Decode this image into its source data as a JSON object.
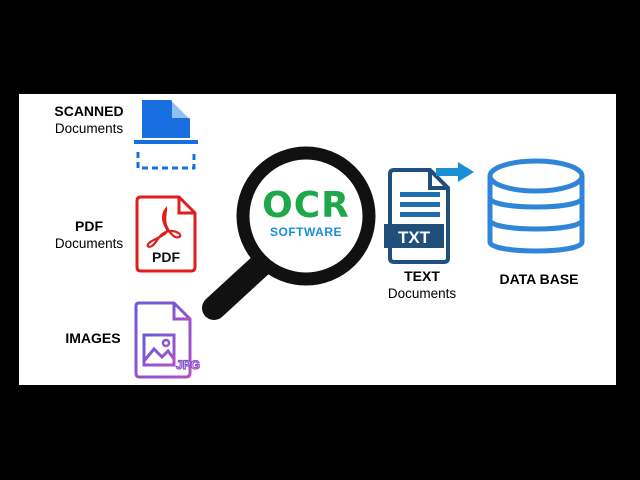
{
  "inputs": {
    "scanned": {
      "title": "SCANNED",
      "subtitle": "Documents"
    },
    "pdf": {
      "title": "PDF",
      "subtitle": "Documents",
      "icon_text": "PDF"
    },
    "images": {
      "title": "IMAGES",
      "icon_text": "JPG"
    }
  },
  "center": {
    "ocr": "OCR",
    "software": "SOFTWARE"
  },
  "outputs": {
    "text": {
      "title": "TEXT",
      "subtitle": "Documents",
      "icon_text": "TXT"
    },
    "database": {
      "title": "DATA BASE"
    }
  },
  "colors": {
    "background": "#000000",
    "panel": "#ffffff",
    "scanned_blue": "#1a6fe0",
    "pdf_red": "#e01e1e",
    "images_purple": "#8a56c8",
    "ocr_green": "#1fa84a",
    "software_blue": "#1a8fd6",
    "txt_navy": "#1f4f7a",
    "db_blue": "#2f86d9",
    "magnifier": "#111111"
  },
  "icons": [
    "scanned-document-icon",
    "pdf-file-icon",
    "image-file-icon",
    "magnifier-icon",
    "txt-file-icon",
    "arrow-right-icon",
    "database-icon"
  ]
}
